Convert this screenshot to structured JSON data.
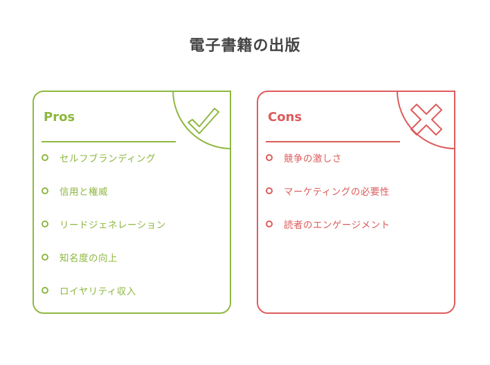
{
  "title": "電子書籍の出版",
  "colors": {
    "pros": "#8db73f",
    "cons": "#de5a5a",
    "title": "#444444"
  },
  "pros": {
    "heading": "Pros",
    "icon": "check-icon",
    "items": [
      "セルフブランディング",
      "信用と権威",
      "リードジェネレーション",
      "知名度の向上",
      "ロイヤリティ収入"
    ]
  },
  "cons": {
    "heading": "Cons",
    "icon": "cross-icon",
    "items": [
      "競争の激しさ",
      "マーケティングの必要性",
      "読者のエンゲージメント"
    ]
  }
}
